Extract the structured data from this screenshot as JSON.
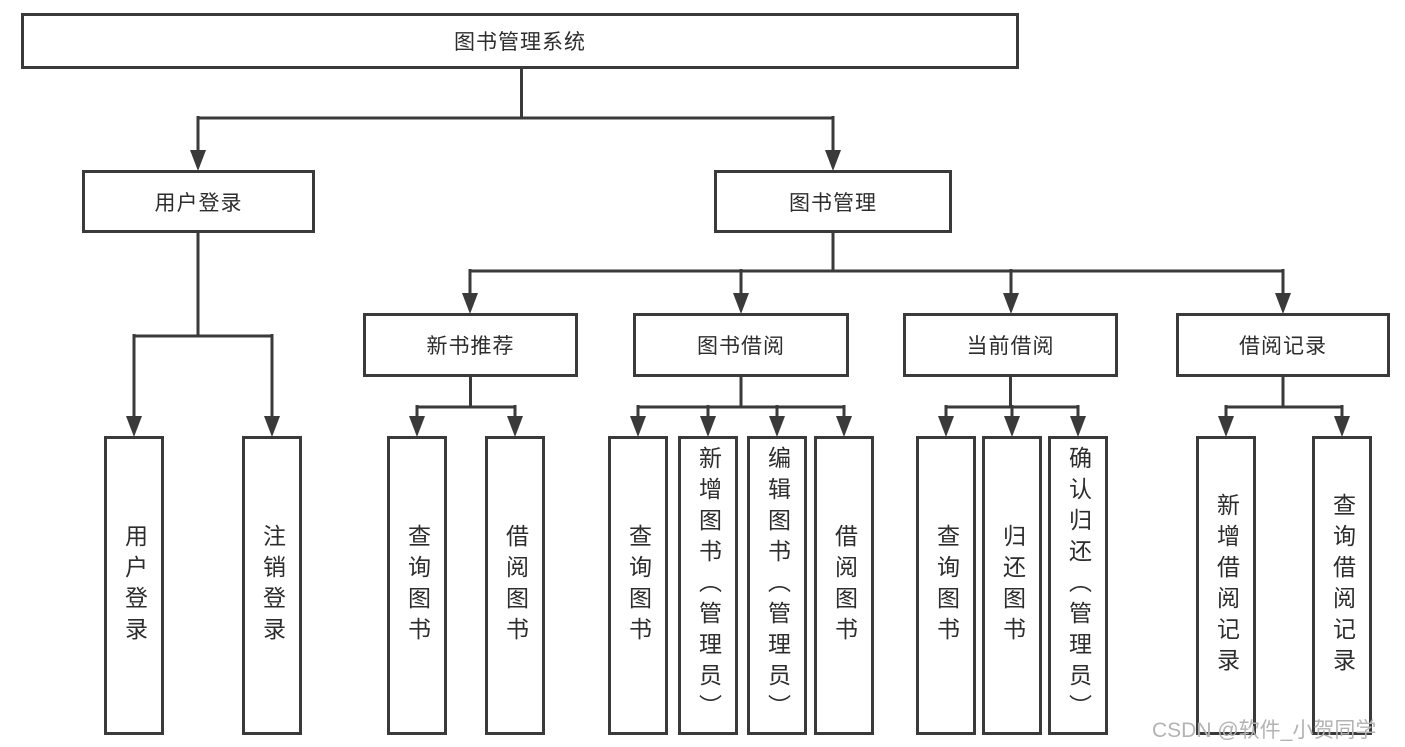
{
  "diagram": {
    "root": {
      "label": "图书管理系统"
    },
    "level2": [
      {
        "id": "user-login",
        "label": "用户登录"
      },
      {
        "id": "book-management",
        "label": "图书管理"
      }
    ],
    "level3": [
      {
        "id": "new-book-recommend",
        "label": "新书推荐"
      },
      {
        "id": "book-borrowing",
        "label": "图书借阅"
      },
      {
        "id": "current-borrowing",
        "label": "当前借阅"
      },
      {
        "id": "borrowing-records",
        "label": "借阅记录"
      }
    ],
    "leaves": [
      {
        "parent": "用户登录",
        "label": "用户登录"
      },
      {
        "parent": "用户登录",
        "label": "注销登录"
      },
      {
        "parent": "新书推荐",
        "label": "查询图书"
      },
      {
        "parent": "新书推荐",
        "label": "借阅图书"
      },
      {
        "parent": "图书借阅",
        "label": "查询图书"
      },
      {
        "parent": "图书借阅",
        "label": "新增图书（管理员）"
      },
      {
        "parent": "图书借阅",
        "label": "编辑图书（管理员）"
      },
      {
        "parent": "图书借阅",
        "label": "借阅图书"
      },
      {
        "parent": "当前借阅",
        "label": "查询图书"
      },
      {
        "parent": "当前借阅",
        "label": "归还图书"
      },
      {
        "parent": "当前借阅",
        "label": "确认归还（管理员）"
      },
      {
        "parent": "借阅记录",
        "label": "新增借阅记录"
      },
      {
        "parent": "借阅记录",
        "label": "查询借阅记录"
      }
    ]
  },
  "watermark": {
    "text": "CSDN @软件_小贺同学"
  },
  "colors": {
    "line": "#3a3a3a",
    "box_border": "#3a3a3a",
    "text": "#2d2d2d",
    "watermark": "#b3b3b3",
    "background": "#ffffff"
  }
}
